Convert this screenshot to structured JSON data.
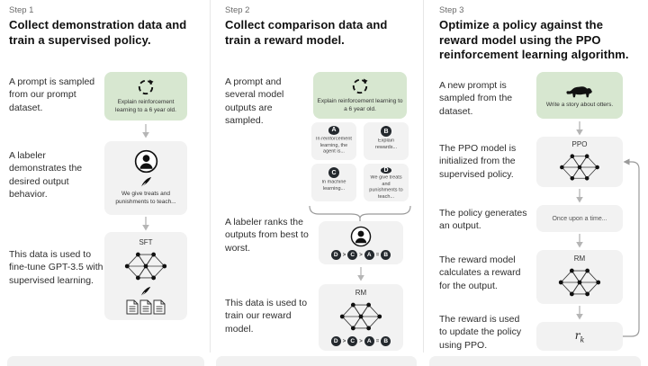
{
  "colors": {
    "prompt_box_green": "#d7e7d0",
    "model_box_gray": "#f2f2f2",
    "letter_circle_dark": "#24292e",
    "arrow_gray": "#b5b5b5"
  },
  "steps": [
    {
      "label": "Step 1",
      "title": "Collect demonstration data and train a supervised policy.",
      "texts": [
        "A prompt is sampled from our prompt dataset.",
        "A labeler demonstrates the desired output behavior.",
        "This data is used to fine-tune GPT-3.5 with supervised learning."
      ],
      "prompt_box": "Explain reinforcement learning to a 6 year old.",
      "labeler_box": "We give treats and punishments to teach...",
      "model_label": "SFT"
    },
    {
      "label": "Step 2",
      "title": "Collect comparison data and train a reward model.",
      "texts": [
        "A prompt and several model outputs are sampled.",
        "A labeler ranks the outputs from best to worst.",
        "This data is used to train our reward model."
      ],
      "prompt_box": "Explain reinforcement learning to a 6 year old.",
      "outputs": [
        {
          "letter": "A",
          "text": "In reinforcement learning, the agent is..."
        },
        {
          "letter": "B",
          "text": "Explain rewards..."
        },
        {
          "letter": "C",
          "text": "In machine learning..."
        },
        {
          "letter": "D",
          "text": "We give treats and punishments to teach..."
        }
      ],
      "ranking": {
        "letters": [
          "D",
          "C",
          "A",
          "B"
        ],
        "separators": [
          ">",
          ">",
          "="
        ]
      },
      "model_label": "RM"
    },
    {
      "label": "Step 3",
      "title": "Optimize a policy against the reward model using the PPO reinforcement learning algorithm.",
      "texts": [
        "A new prompt is sampled from the dataset.",
        "The PPO model is initialized from the supervised policy.",
        "The policy generates an output.",
        "The reward model calculates a reward for the output.",
        "The reward is used to update the policy using PPO."
      ],
      "prompt_box": "Write a story about otters.",
      "ppo_label": "PPO",
      "output_box": "Once upon a time...",
      "rm_label": "RM",
      "reward_base": "r",
      "reward_sub": "k"
    }
  ]
}
